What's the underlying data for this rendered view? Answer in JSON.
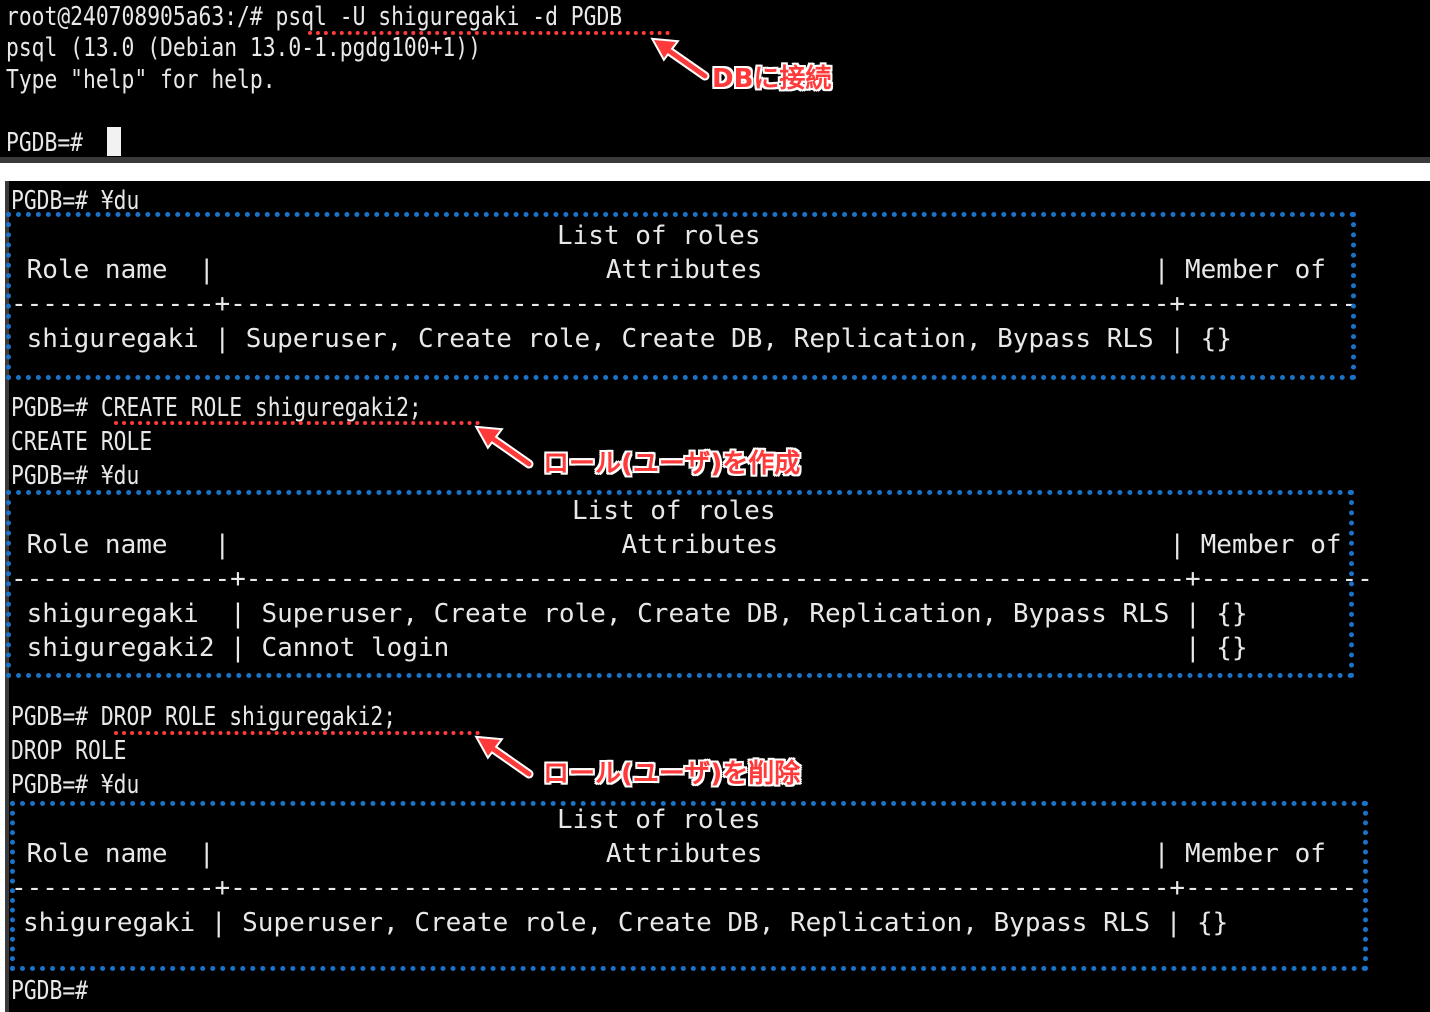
{
  "terminal_top": {
    "lines": [
      "root@240708905a63:/# psql -U shiguregaki -d PGDB",
      "psql (13.0 (Debian 13.0-1.pgdg100+1))",
      "Type \"help\" for help.",
      "",
      "PGDB=# "
    ]
  },
  "terminal_bottom": {
    "prompt_du_1": "PGDB=# ¥du",
    "table1": {
      "title": "List of roles",
      "header": " Role name  |                         Attributes                         | Member of",
      "separator": "-------------+------------------------------------------------------------+-----------",
      "rows": [
        " shiguregaki | Superuser, Create role, Create DB, Replication, Bypass RLS | {}"
      ]
    },
    "create_cmd": "PGDB=# CREATE ROLE shiguregaki2;",
    "create_result": "CREATE ROLE",
    "prompt_du_2": "PGDB=# ¥du",
    "table2": {
      "title": "List of roles",
      "header": " Role name   |                         Attributes                         | Member of",
      "separator": "--------------+------------------------------------------------------------+-----------",
      "rows": [
        " shiguregaki  | Superuser, Create role, Create DB, Replication, Bypass RLS | {}",
        " shiguregaki2 | Cannot login                                               | {}"
      ]
    },
    "drop_cmd": "PGDB=# DROP ROLE shiguregaki2;",
    "drop_result": "DROP ROLE",
    "prompt_du_3": "PGDB=# ¥du",
    "table3": {
      "title": "List of roles",
      "header": " Role name  |                         Attributes                         | Member of",
      "separator": "-------------+------------------------------------------------------------+-----------",
      "rows": [
        "shiguregaki | Superuser, Create role, Create DB, Replication, Bypass RLS | {}"
      ]
    },
    "final_prompt": "PGDB=#"
  },
  "annotations": {
    "connect": "DBに接続",
    "create_role": "ロール(ユーザ)を作成",
    "drop_role": "ロール(ユーザ)を削除"
  },
  "colors": {
    "terminal_bg": "#000000",
    "terminal_text": "#e8e8e8",
    "annotation_red": "#ff3a3a",
    "highlight_blue": "#1a73c8"
  }
}
